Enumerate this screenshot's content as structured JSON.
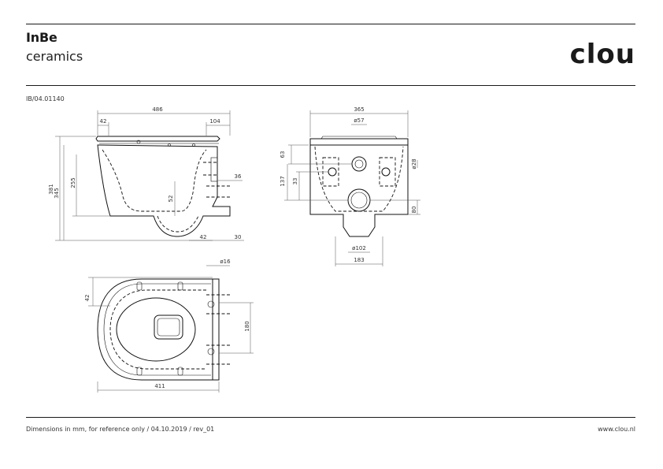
{
  "header": {
    "title": "InBe",
    "subtitle": "ceramics",
    "brand": "clou",
    "product_code": "IB/04.01140"
  },
  "footer": {
    "note": "Dimensions in mm, for reference only / 04.10.2019 / rev_01",
    "url": "www.clou.nl"
  },
  "dimensions": {
    "side_view": {
      "overall_length": "486",
      "seat_offset": "42",
      "rear_section": "104",
      "total_height": "381",
      "rim_height": "345",
      "bowl_height": "255",
      "bolt_offset": "36",
      "outlet_height": "52",
      "outlet_depth": "42",
      "outlet_spacing": "30"
    },
    "rear_view": {
      "overall_width": "365",
      "inlet_diameter": "ø57",
      "top_offset": "63",
      "inlet_height": "137",
      "fixing_height": "33",
      "fixing_diameter": "ø28",
      "outlet_height": "80",
      "outlet_diameter": "ø102",
      "base_width": "183"
    },
    "top_view": {
      "hinge_diameter": "ø16",
      "seat_offset": "42",
      "fixing_spacing": "180",
      "length": "411"
    }
  },
  "colors": {
    "line": "#111111",
    "text": "#1a1a1a"
  }
}
